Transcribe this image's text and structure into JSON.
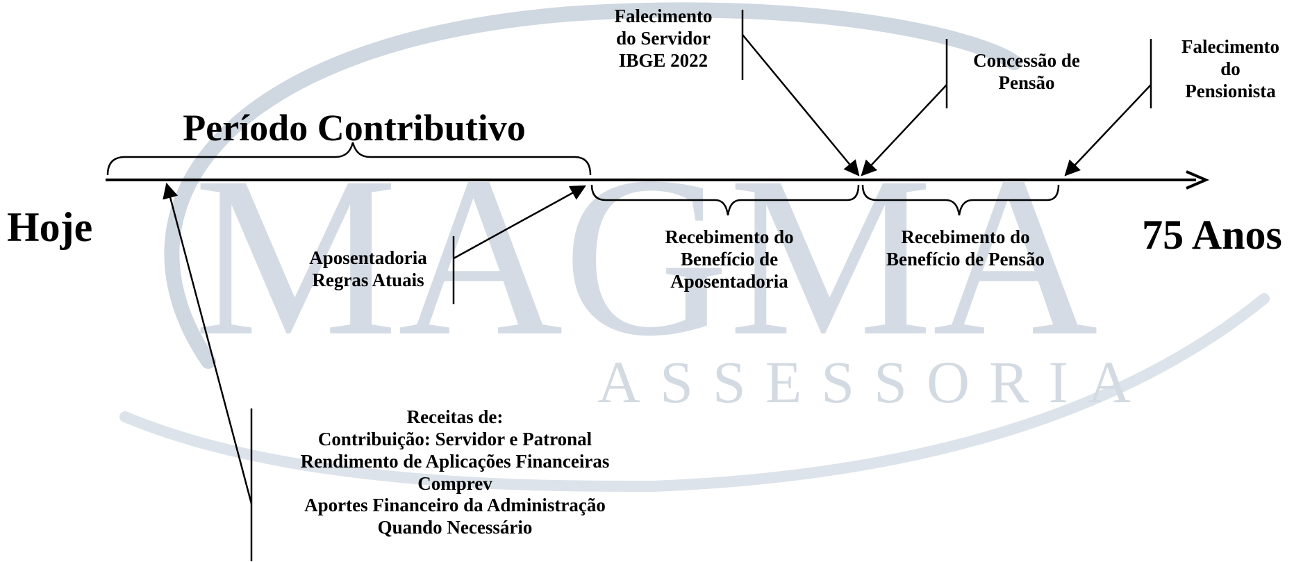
{
  "watermark": {
    "word": "MAGMA",
    "subword": "ASSESSORIA",
    "color": "#ccd4de"
  },
  "axis": {
    "start_label": "Hoje",
    "end_label": "75 Anos"
  },
  "periods": {
    "contribution": "Período Contributivo",
    "retirement_benefit": "Recebimento do\nBenefício de\nAposentadoria",
    "pension_benefit": "Recebimento do\nBenefício de Pensão"
  },
  "events": {
    "retirement": "Aposentadoria\nRegras Atuais",
    "server_death": "Falecimento\ndo Servidor\nIBGE 2022",
    "pension_grant": "Concessão de\nPensão",
    "pensioner_death": "Falecimento\ndo\nPensionista"
  },
  "revenues": "Receitas de:\nContribuição: Servidor e Patronal\nRendimento de Aplicações Financeiras\nComprev\nAportes Financeiro da Administração\nQuando Necessário"
}
